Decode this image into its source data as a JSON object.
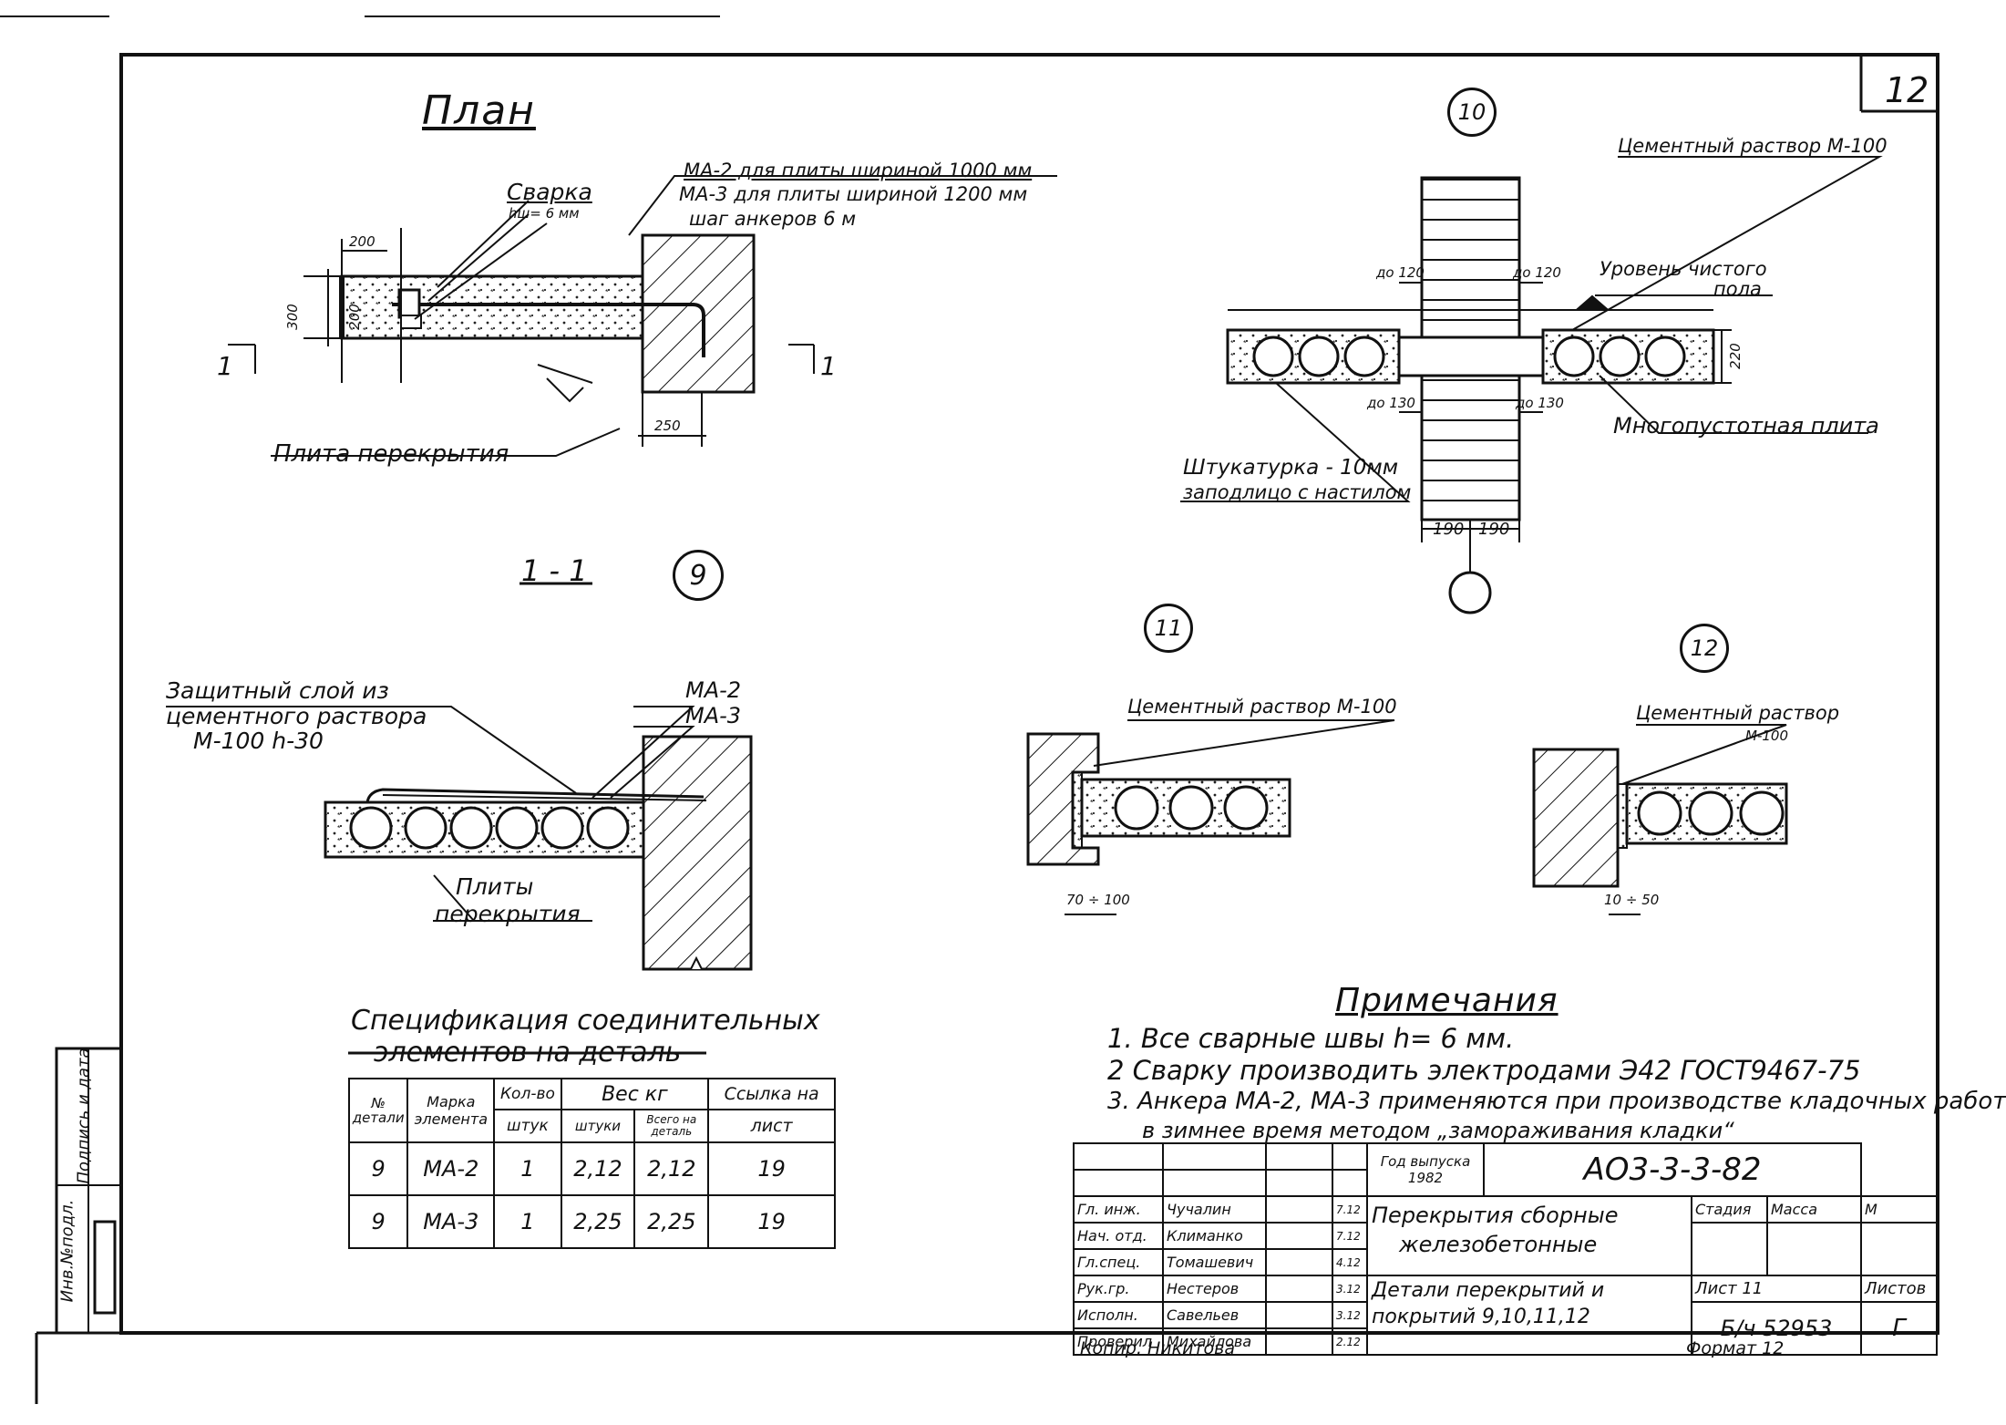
{
  "sheet_number": "12",
  "plan": {
    "title": "План",
    "welding_label": "Сварка",
    "weld_height": "hш= 6 мм",
    "anchor_note_1": "МА-2 для плиты шириной 1000 мм",
    "anchor_note_2": "МА-3 для плиты шириной 1200 мм",
    "anchor_note_3": "шаг анкеров 6 м",
    "dim_200": "200",
    "dim_300": "300",
    "dim_200v": "200",
    "dim_250": "250",
    "section_mark": "1",
    "slab_label": "Плита перекрытия"
  },
  "section11": {
    "title": "1 - 1",
    "detail_number": "9",
    "protect_1": "Защитный слой из",
    "protect_2": "цементного раствора",
    "protect_3": "М-100 h-30",
    "ma2": "МА-2",
    "ma3": "МА-3",
    "slabs_1": "Плиты",
    "slabs_2": "перекрытия"
  },
  "detail10": {
    "number": "10",
    "mortar": "Цементный раствор М-100",
    "floor_level_1": "Уровень чистого",
    "floor_level_2": "пола",
    "dim_do120_l": "до 120",
    "dim_do120_r": "до 120",
    "dim_do130_l": "до 130",
    "dim_do130_r": "до 130",
    "dim_220": "220",
    "hollow_slab": "Многопустотная плита",
    "plaster_1": "Штукатурка - 10мм",
    "plaster_2": "заподлицо с настилом",
    "dim_190_l": "190",
    "dim_190_r": "190"
  },
  "detail11": {
    "number": "11",
    "mortar": "Цементный раствор М-100",
    "dim": "70 ÷ 100"
  },
  "detail12": {
    "number": "12",
    "mortar_1": "Цементный раствор",
    "mortar_2": "М-100",
    "dim": "10 ÷ 50"
  },
  "spec": {
    "title_1": "Спецификация соединительных",
    "title_2": "элементов на деталь",
    "headers": {
      "detail_no": "№ детали",
      "mark": "Марка элемента",
      "qty_1": "Кол-во",
      "qty_2": "штук",
      "weight": "Вес кг",
      "w_unit": "штуки",
      "w_total": "Всего на деталь",
      "ref_1": "Ссылка на",
      "ref_2": "лист"
    },
    "rows": [
      {
        "detail": "9",
        "mark": "МА-2",
        "qty": "1",
        "unit": "2,12",
        "total": "2,12",
        "ref": "19"
      },
      {
        "detail": "9",
        "mark": "МА-3",
        "qty": "1",
        "unit": "2,25",
        "total": "2,25",
        "ref": "19"
      }
    ]
  },
  "notes": {
    "title": "Примечания",
    "items": [
      "1. Все сварные швы h= 6 мм.",
      "2 Сварку производить электродами Э42 ГОСТ9467-75",
      "3. Анкера МА-2, МА-3 применяются при производстве кладочных работ",
      "в зимнее время методом „замораживания кладки“"
    ]
  },
  "stamp": {
    "year_label": "Год выпуска",
    "year": "1982",
    "code": "АО3-3-3-82",
    "title_1": "Перекрытия сборные",
    "title_2": "железобетонные",
    "subtitle_1": "Детали перекрытий и",
    "subtitle_2": "покрытий 9,10,11,12",
    "stage": "Стадия",
    "mass": "Масса",
    "scale": "М",
    "sheet_label": "Лист 11",
    "sheets_label": "Листов",
    "doc_no": "Б/ч 52953",
    "letter": "Г",
    "roles": [
      {
        "role": "Гл. инж.",
        "name": "Чучалин",
        "date": "7.12"
      },
      {
        "role": "Нач. отд.",
        "name": "Климанко",
        "date": "7.12"
      },
      {
        "role": "Гл.спец.",
        "name": "Томашевич",
        "date": "4.12"
      },
      {
        "role": "Рук.гр.",
        "name": "Нестеров",
        "date": "3.12"
      },
      {
        "role": "Исполн.",
        "name": "Савельев",
        "date": "3.12"
      },
      {
        "role": "Проверил",
        "name": "Михайлова",
        "date": "2.12"
      }
    ],
    "copied": "Копир. Никитова",
    "format": "Формат 12"
  },
  "side_stamp": {
    "line_1": "Инв.№подл.",
    "line_2": "Подпись и дата"
  }
}
